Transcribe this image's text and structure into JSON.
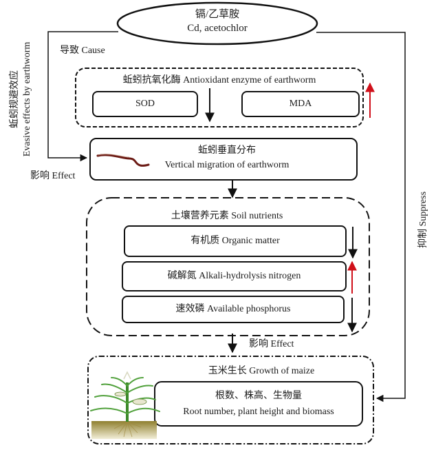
{
  "title": "Effects of Cd and acetochlor on earthworm, soil nutrients and maize growth",
  "source_node": {
    "label_zh": "镉/乙草胺",
    "label_en": "Cd, acetochlor"
  },
  "left_path": {
    "cause_label": "导致 Cause",
    "evasive_label_zh": "蚯蚓规避效应",
    "evasive_label_en": "Evasive effects by earthworm",
    "effect_label": "影响 Effect"
  },
  "right_path": {
    "suppress_label": "抑制 Suppress"
  },
  "antioxidant_group": {
    "title": "蚯蚓抗氧化酶 Antioxidant enzyme of earthworm",
    "items": [
      {
        "label": "SOD",
        "trend": "decrease",
        "arrow_color": "#111111"
      },
      {
        "label": "MDA",
        "trend": "increase",
        "arrow_color": "#d0101a"
      }
    ]
  },
  "migration_node": {
    "label_zh": "蚯蚓垂直分布",
    "label_en": "Vertical migration of earthworm",
    "image": "earthworm-image"
  },
  "soil_group": {
    "title": "土壤营养元素 Soil nutrients",
    "items": [
      {
        "label": "有机质 Organic matter",
        "trend": "decrease",
        "arrow_color": "#111111"
      },
      {
        "label": "碱解氮 Alkali-hydrolysis nitrogen",
        "trend": "increase",
        "arrow_color": "#d0101a"
      },
      {
        "label": "速效磷 Available phosphorus",
        "trend": "decrease",
        "arrow_color": "#111111"
      }
    ]
  },
  "effect_between": "影响 Effect",
  "maize_group": {
    "title": "玉米生长 Growth of maize",
    "label_zh": "根数、株高、生物量",
    "label_en": "Root number, plant height and biomass",
    "image": "maize-plant-image"
  },
  "colors": {
    "line": "#111111",
    "increase": "#d0101a",
    "decrease": "#111111",
    "soil": "#9a8a3a",
    "plant": "#3d8a2a",
    "worm": "#6b1a14"
  }
}
